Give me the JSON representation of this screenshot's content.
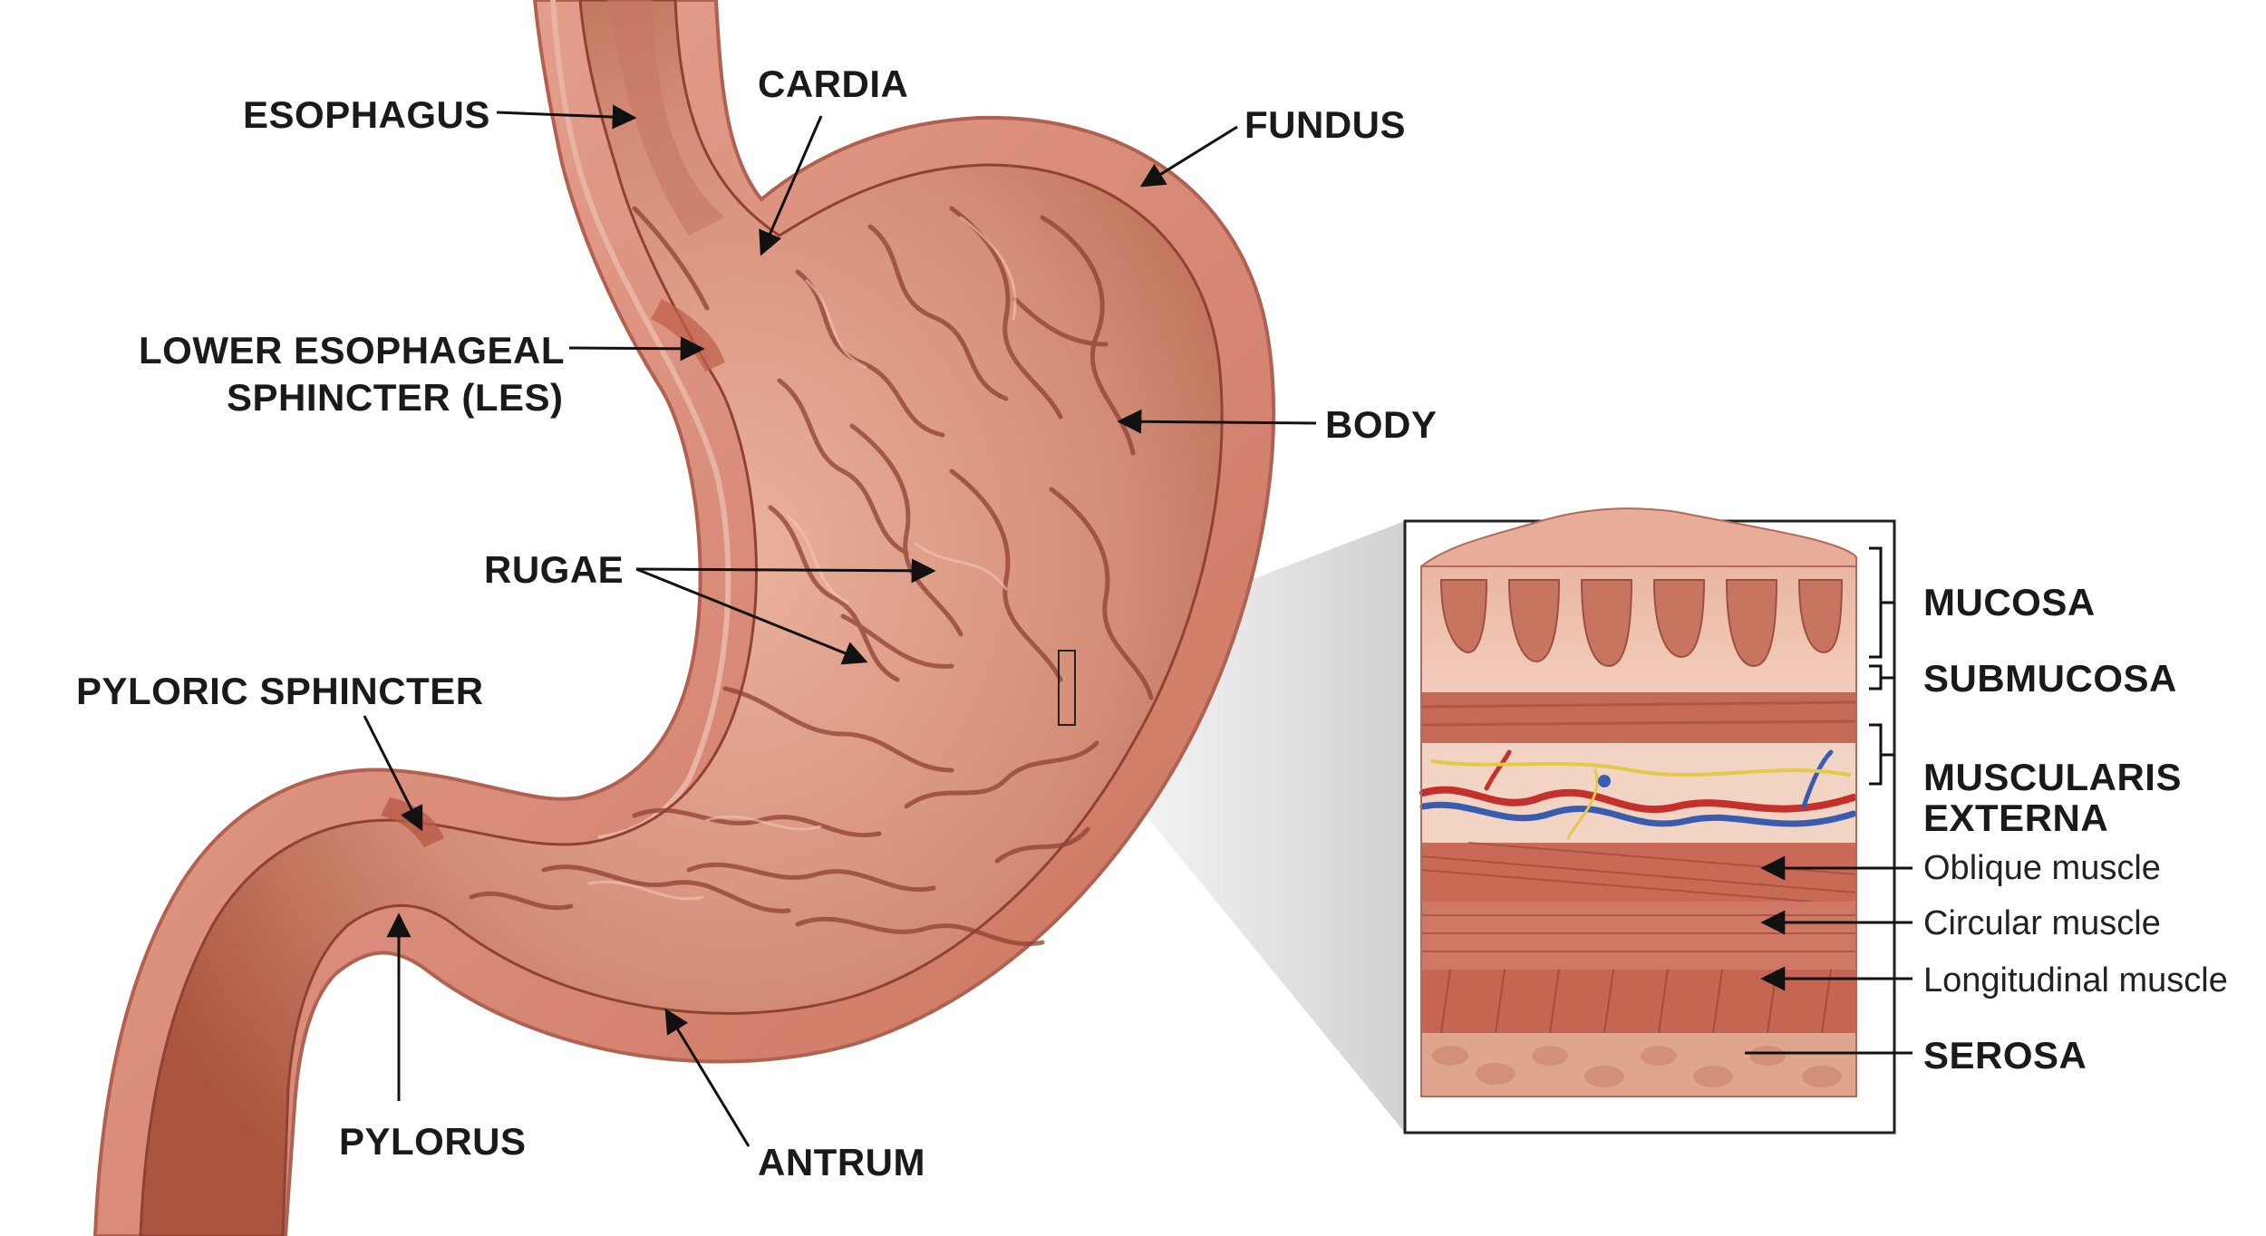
{
  "labels": {
    "esophagus": "ESOPHAGUS",
    "cardia": "CARDIA",
    "fundus": "FUNDUS",
    "les_line1": "LOWER ESOPHAGEAL",
    "les_line2": "SPHINCTER (LES)",
    "body": "BODY",
    "rugae": "RUGAE",
    "pyloric_sphincter": "PYLORIC SPHINCTER",
    "pylorus": "PYLORUS",
    "antrum": "ANTRUM"
  },
  "inset_labels": {
    "mucosa": "MUCOSA",
    "submucosa": "SUBMUCOSA",
    "muscularis_line1": "MUSCULARIS",
    "muscularis_line2": "EXTERNA",
    "oblique": "Oblique muscle",
    "circular": "Circular muscle",
    "longitudinal": "Longitudinal muscle",
    "serosa": "SEROSA"
  },
  "colors": {
    "wall_outer": "#d98b79",
    "wall_inner": "#e7a893",
    "lumen": "#b96652",
    "rugae_fold": "#8f4132",
    "mucosa": "#f0c0ad",
    "muscle": "#c9705c",
    "fat": "#dd9d84",
    "artery": "#c4302a",
    "vein": "#3a5cb0",
    "nerve": "#e2c94a"
  }
}
